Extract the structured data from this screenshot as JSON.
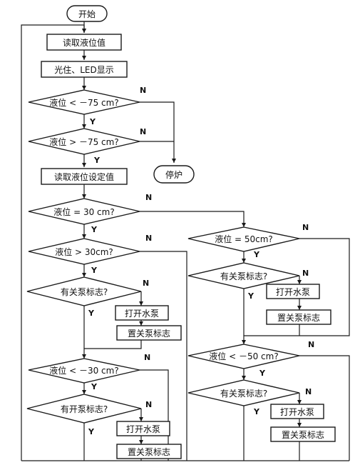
{
  "diagram": {
    "nodes": {
      "start": "开始",
      "read_level": "读取液位值",
      "display": "光住、LED显示",
      "cond_lt_neg75": "液位 < －75 cm?",
      "cond_gt_neg75": "液位 > －75 cm?",
      "stop_furnace": "停炉",
      "read_setpoint": "读取液位设定值",
      "cond_eq_30": "液位 = 30 cm?",
      "cond_gt_30": "液位 > 30cm?",
      "has_close_flag_a": "有关泵标志?",
      "open_pump_a": "打开水泵",
      "set_close_flag_a": "置关泵标志",
      "cond_lt_neg30": "液位 < －30 cm?",
      "has_open_flag": "有开泵标志?",
      "open_pump_b": "打开水泵",
      "set_close_flag_b": "置关泵标志",
      "cond_eq_50": "液位 = 50cm?",
      "has_close_flag_c": "有关泵标志?",
      "open_pump_c": "打开水泵",
      "set_close_flag_c": "置关泵标志",
      "cond_lt_neg50": "液位 < －50 cm?",
      "has_close_flag_d": "有关泵标志?",
      "open_pump_d": "打开水泵",
      "set_close_flag_d": "置关泵标志"
    },
    "branch_labels": {
      "yes": "Y",
      "no": "N"
    }
  }
}
